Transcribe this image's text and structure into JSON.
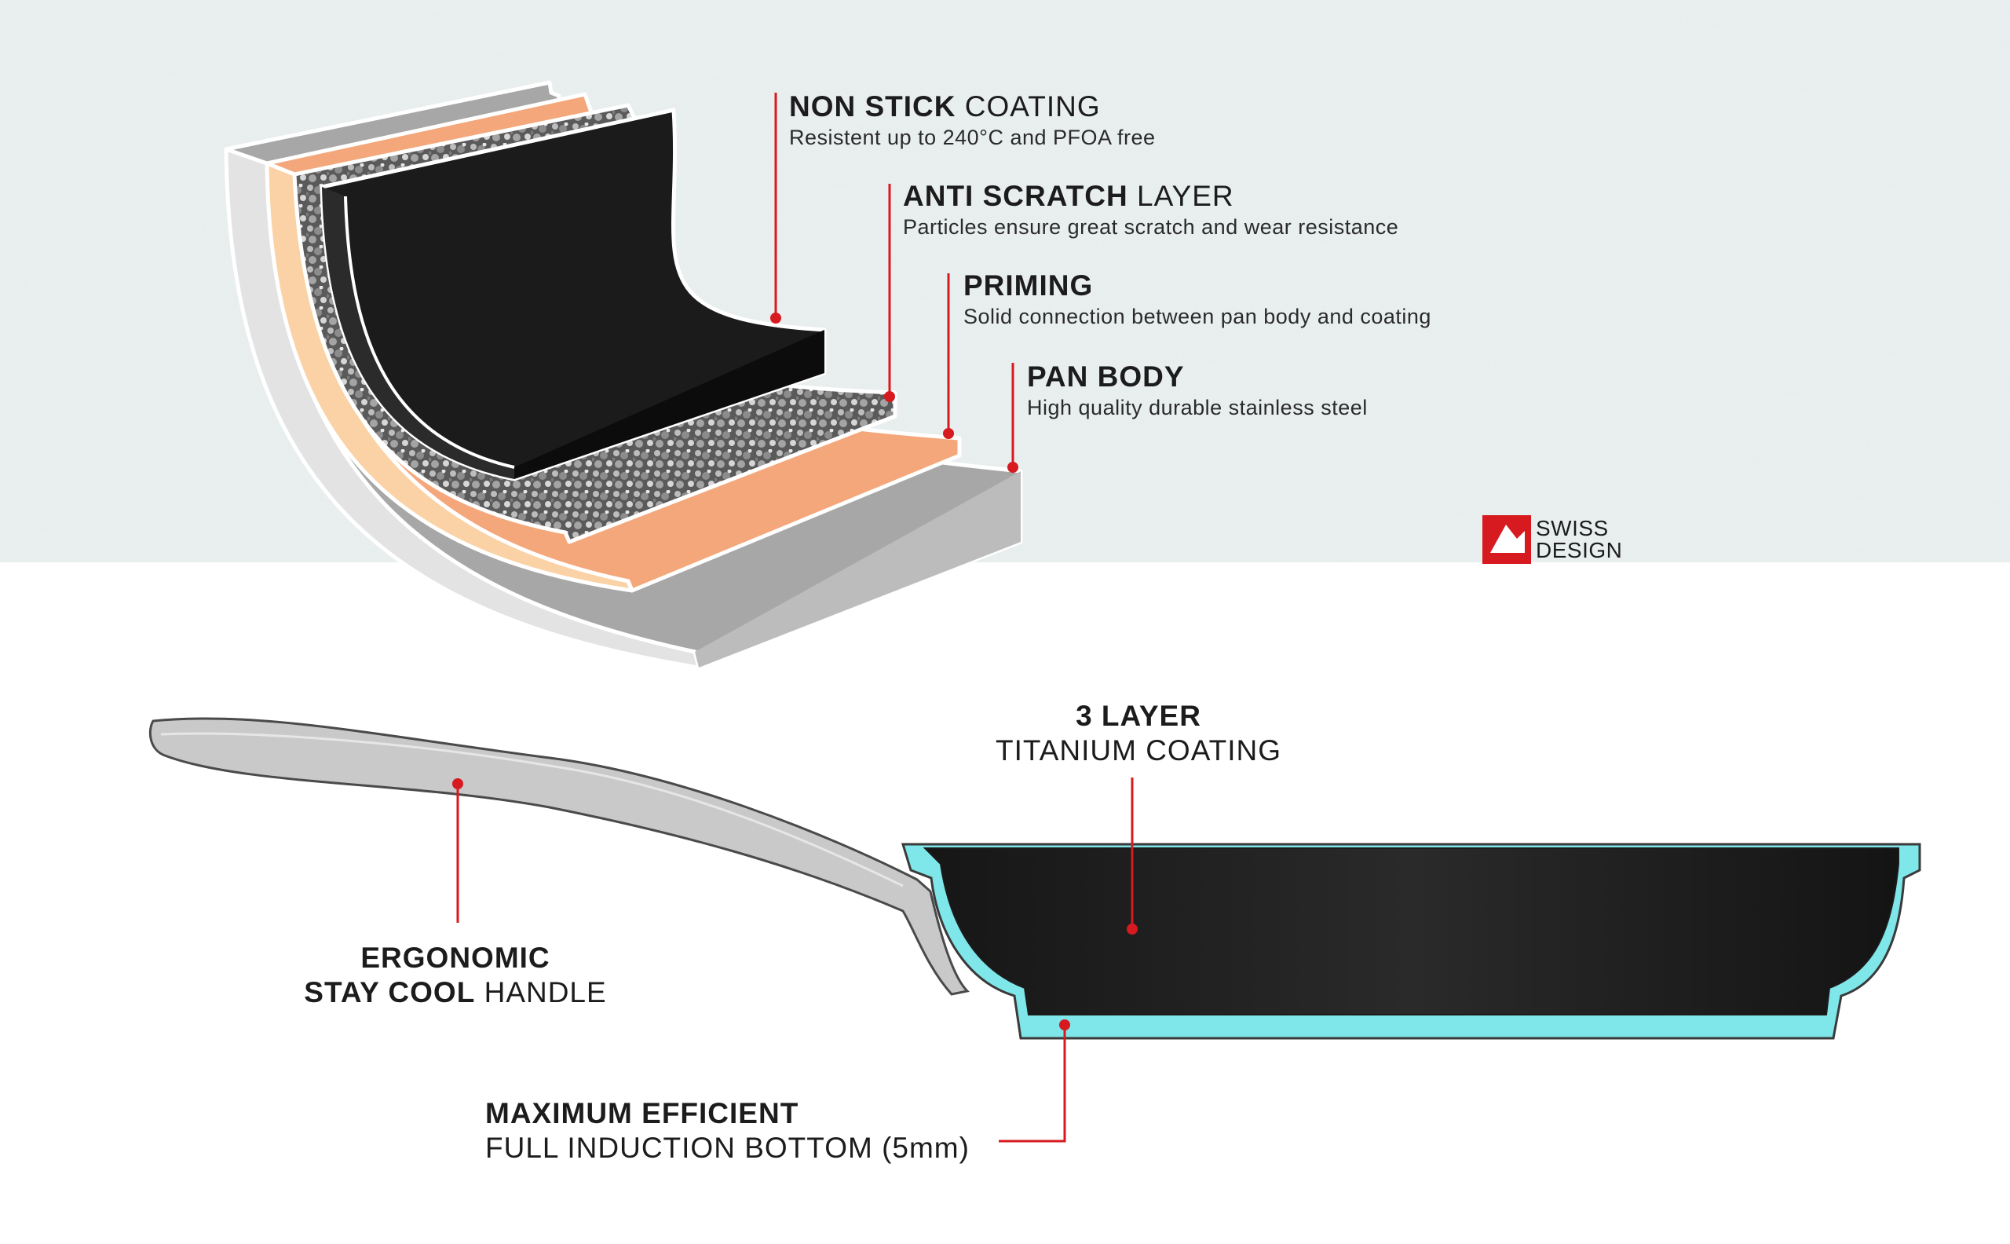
{
  "layers": [
    {
      "title_bold": "NON STICK",
      "title_light": " COATING",
      "desc": "Resistent up to 240°C and PFOA free"
    },
    {
      "title_bold": "ANTI SCRATCH",
      "title_light": " LAYER",
      "desc": "Particles ensure great scratch and wear resistance"
    },
    {
      "title_bold": "PRIMING",
      "title_light": "",
      "desc": "Solid connection between pan body and coating"
    },
    {
      "title_bold": "PAN BODY",
      "title_light": "",
      "desc": "High quality durable stainless steel"
    }
  ],
  "logo": {
    "line1": "SWISS",
    "line2": "DESIGN"
  },
  "pan": {
    "coating": {
      "line1": "3 LAYER",
      "line2": "TITANIUM COATING"
    },
    "handle": {
      "line1": "ERGONOMIC",
      "line2_bold": "STAY COOL",
      "line2_light": " HANDLE"
    },
    "bottom": {
      "line1": "MAXIMUM EFFICIENT",
      "line2": "FULL INDUCTION BOTTOM (5mm)"
    }
  },
  "colors": {
    "accent_red": "#d71920",
    "coating_black": "#1b1b1b",
    "primer_orange": "#f4a77a",
    "body_grey": "#a7a7a7",
    "pan_rim_cyan": "#7fe6ea",
    "handle_grey": "#c9c9c9"
  }
}
